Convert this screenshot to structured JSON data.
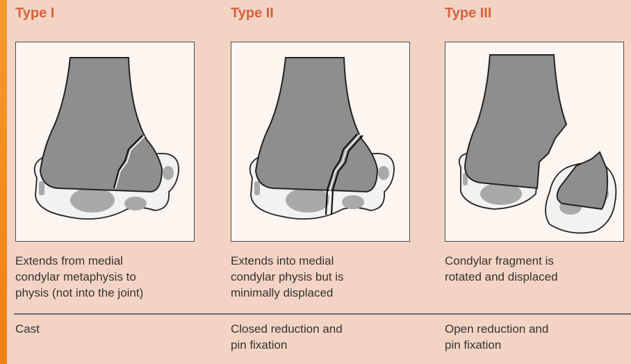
{
  "columns": [
    {
      "title": "Type I",
      "description": [
        "Extends from medial",
        "condylar metaphysis to",
        "physis (not into the joint)"
      ],
      "treatment": [
        "Cast"
      ]
    },
    {
      "title": "Type II",
      "description": [
        "Extends into medial",
        "condylar physis but is",
        "minimally displaced"
      ],
      "treatment": [
        "Closed reduction and",
        "pin fixation"
      ]
    },
    {
      "title": "Type III",
      "description": [
        "Condylar fragment is",
        "rotated and displaced"
      ],
      "treatment": [
        "Open reduction and",
        "pin fixation"
      ]
    }
  ],
  "colors": {
    "background": "#f3d4c4",
    "title": "#d8603e",
    "accent_stripe": "#f7902a",
    "bone": "#8e8e8e",
    "cartilage": "#f2f2f2"
  }
}
